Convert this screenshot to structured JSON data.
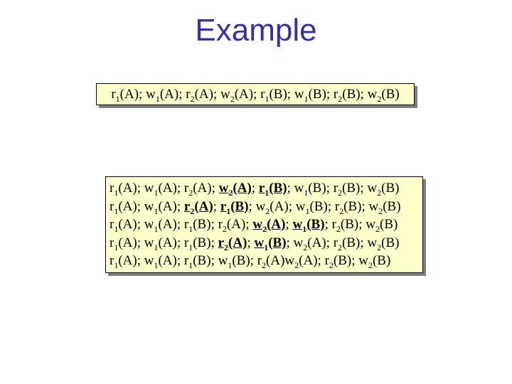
{
  "slide": {
    "title": "Example",
    "title_color": "#3333A3",
    "background": "#FFFFFF",
    "box_fill": "#FFFFCC",
    "box_border": "#000000",
    "box_shadow": "#808080"
  },
  "schedule_box": {
    "lines": [
      {
        "ops": [
          {
            "t": "r",
            "s": "1",
            "a": "A",
            "emph": false,
            "sep": "; "
          },
          {
            "t": "w",
            "s": "1",
            "a": "A",
            "emph": false,
            "sep": "; "
          },
          {
            "t": "r",
            "s": "2",
            "a": "A",
            "emph": false,
            "sep": "; "
          },
          {
            "t": "w",
            "s": "2",
            "a": "A",
            "emph": false,
            "sep": "; "
          },
          {
            "t": "r",
            "s": "1",
            "a": "B",
            "emph": false,
            "sep": "; "
          },
          {
            "t": "w",
            "s": "1",
            "a": "B",
            "emph": false,
            "sep": "; "
          },
          {
            "t": "r",
            "s": "2",
            "a": "B",
            "emph": false,
            "sep": "; "
          },
          {
            "t": "w",
            "s": "2",
            "a": "B",
            "emph": false,
            "sep": ""
          }
        ]
      }
    ]
  },
  "candidates_box": {
    "lines": [
      {
        "ops": [
          {
            "t": "r",
            "s": "1",
            "a": "A",
            "emph": false,
            "sep": "; "
          },
          {
            "t": "w",
            "s": "1",
            "a": "A",
            "emph": false,
            "sep": "; "
          },
          {
            "t": "r",
            "s": "2",
            "a": "A",
            "emph": false,
            "sep": "; "
          },
          {
            "t": "w",
            "s": "2",
            "a": "A",
            "emph": true,
            "sep": "; "
          },
          {
            "t": "r",
            "s": "1",
            "a": "B",
            "emph": true,
            "sep": "; "
          },
          {
            "t": "w",
            "s": "1",
            "a": "B",
            "emph": false,
            "sep": "; "
          },
          {
            "t": "r",
            "s": "2",
            "a": "B",
            "emph": false,
            "sep": "; "
          },
          {
            "t": "w",
            "s": "2",
            "a": "B",
            "emph": false,
            "sep": ""
          }
        ]
      },
      {
        "ops": [
          {
            "t": "r",
            "s": "1",
            "a": "A",
            "emph": false,
            "sep": "; "
          },
          {
            "t": "w",
            "s": "1",
            "a": "A",
            "emph": false,
            "sep": "; "
          },
          {
            "t": "r",
            "s": "2",
            "a": "A",
            "emph": true,
            "sep": "; "
          },
          {
            "t": "r",
            "s": "1",
            "a": "B",
            "emph": true,
            "sep": "; "
          },
          {
            "t": "w",
            "s": "2",
            "a": "A",
            "emph": false,
            "sep": "; "
          },
          {
            "t": "w",
            "s": "1",
            "a": "B",
            "emph": false,
            "sep": "; "
          },
          {
            "t": "r",
            "s": "2",
            "a": "B",
            "emph": false,
            "sep": "; "
          },
          {
            "t": "w",
            "s": "2",
            "a": "B",
            "emph": false,
            "sep": ""
          }
        ]
      },
      {
        "ops": [
          {
            "t": "r",
            "s": "1",
            "a": "A",
            "emph": false,
            "sep": "; "
          },
          {
            "t": "w",
            "s": "1",
            "a": "A",
            "emph": false,
            "sep": "; "
          },
          {
            "t": "r",
            "s": "1",
            "a": "B",
            "emph": false,
            "sep": "; "
          },
          {
            "t": "r",
            "s": "2",
            "a": "A",
            "emph": false,
            "sep": "; "
          },
          {
            "t": "w",
            "s": "2",
            "a": "A",
            "emph": true,
            "sep": "; "
          },
          {
            "t": "w",
            "s": "1",
            "a": "B",
            "emph": true,
            "sep": "; "
          },
          {
            "t": "r",
            "s": "2",
            "a": "B",
            "emph": false,
            "sep": "; "
          },
          {
            "t": "w",
            "s": "2",
            "a": "B",
            "emph": false,
            "sep": ""
          }
        ]
      },
      {
        "ops": [
          {
            "t": "r",
            "s": "1",
            "a": "A",
            "emph": false,
            "sep": "; "
          },
          {
            "t": "w",
            "s": "1",
            "a": "A",
            "emph": false,
            "sep": "; "
          },
          {
            "t": "r",
            "s": "1",
            "a": "B",
            "emph": false,
            "sep": "; "
          },
          {
            "t": "r",
            "s": "2",
            "a": "A",
            "emph": true,
            "sep": "; "
          },
          {
            "t": "w",
            "s": "1",
            "a": "B",
            "emph": true,
            "sep": "; "
          },
          {
            "t": "w",
            "s": "2",
            "a": "A",
            "emph": false,
            "sep": "; "
          },
          {
            "t": "r",
            "s": "2",
            "a": "B",
            "emph": false,
            "sep": "; "
          },
          {
            "t": "w",
            "s": "2",
            "a": "B",
            "emph": false,
            "sep": ""
          }
        ]
      },
      {
        "ops": [
          {
            "t": "r",
            "s": "1",
            "a": "A",
            "emph": false,
            "sep": "; "
          },
          {
            "t": "w",
            "s": "1",
            "a": "A",
            "emph": false,
            "sep": "; "
          },
          {
            "t": "r",
            "s": "1",
            "a": "B",
            "emph": false,
            "sep": "; "
          },
          {
            "t": "w",
            "s": "1",
            "a": "B",
            "emph": false,
            "sep": "; "
          },
          {
            "t": "r",
            "s": "2",
            "a": "A",
            "emph": false,
            "sep": ""
          },
          {
            "t": "w",
            "s": "2",
            "a": "A",
            "emph": false,
            "sep": "; "
          },
          {
            "t": "r",
            "s": "2",
            "a": "B",
            "emph": false,
            "sep": "; "
          },
          {
            "t": "w",
            "s": "2",
            "a": "B",
            "emph": false,
            "sep": ""
          }
        ]
      }
    ]
  }
}
